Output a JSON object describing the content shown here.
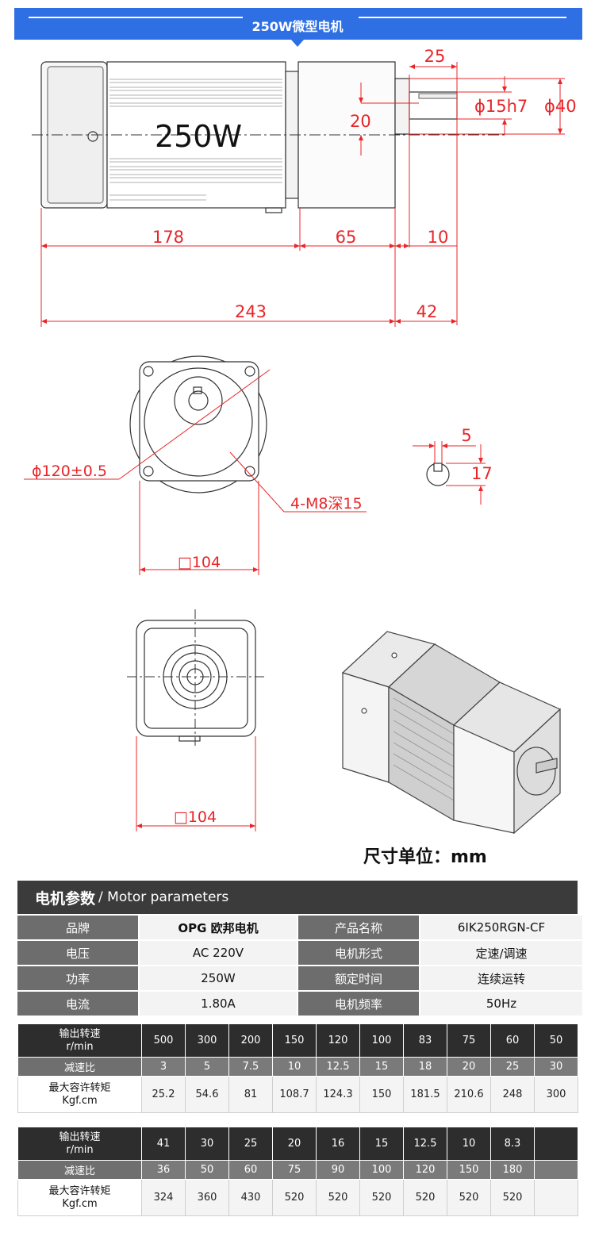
{
  "banner": {
    "title": "250W微型电机"
  },
  "colors": {
    "dimension": "#e8262a",
    "banner": "#2f6fe4",
    "drawing": "#333333"
  },
  "side_view": {
    "body_label": "250W",
    "dims": {
      "shaft_len": "25",
      "key_width": "20",
      "shaft_dia": "ϕ15h7",
      "boss_dia": "ϕ40",
      "body": "178",
      "gearhead": "65",
      "boss": "10",
      "total": "243",
      "shaft_total": "42"
    }
  },
  "front_view": {
    "circle_dia": "ϕ120±0.5",
    "holes": "4-M8深15",
    "square": "□104"
  },
  "key_detail": {
    "key_width": "5",
    "key_height": "17"
  },
  "rear_view": {
    "square": "□104"
  },
  "unit_note": "尺寸单位：mm",
  "params": {
    "title_cn": "电机参数",
    "title_en": "/ Motor parameters",
    "rows": [
      [
        "品牌",
        "OPG 欧邦电机",
        "产品名称",
        "6IK250RGN-CF"
      ],
      [
        "电压",
        "AC 220V",
        "电机形式",
        "定速/调速"
      ],
      [
        "功率",
        "250W",
        "额定时间",
        "连续运转"
      ],
      [
        "电流",
        "1.80A",
        "电机频率",
        "50Hz"
      ]
    ]
  },
  "speed_tables": [
    {
      "labels": {
        "speed": "输出转速",
        "speed_unit": "r/min",
        "ratio": "减速比",
        "torque": "最大容许转矩",
        "torque_unit": "Kgf.cm"
      },
      "speed": [
        "500",
        "300",
        "200",
        "150",
        "120",
        "100",
        "83",
        "75",
        "60",
        "50"
      ],
      "ratio": [
        "3",
        "5",
        "7.5",
        "10",
        "12.5",
        "15",
        "18",
        "20",
        "25",
        "30"
      ],
      "torque": [
        "25.2",
        "54.6",
        "81",
        "108.7",
        "124.3",
        "150",
        "181.5",
        "210.6",
        "248",
        "300"
      ]
    },
    {
      "labels": {
        "speed": "输出转速",
        "speed_unit": "r/min",
        "ratio": "减速比",
        "torque": "最大容许转矩",
        "torque_unit": "Kgf.cm"
      },
      "speed": [
        "41",
        "30",
        "25",
        "20",
        "16",
        "15",
        "12.5",
        "10",
        "8.3",
        ""
      ],
      "ratio": [
        "36",
        "50",
        "60",
        "75",
        "90",
        "100",
        "120",
        "150",
        "180",
        ""
      ],
      "torque": [
        "324",
        "360",
        "430",
        "520",
        "520",
        "520",
        "520",
        "520",
        "520",
        ""
      ]
    }
  ]
}
